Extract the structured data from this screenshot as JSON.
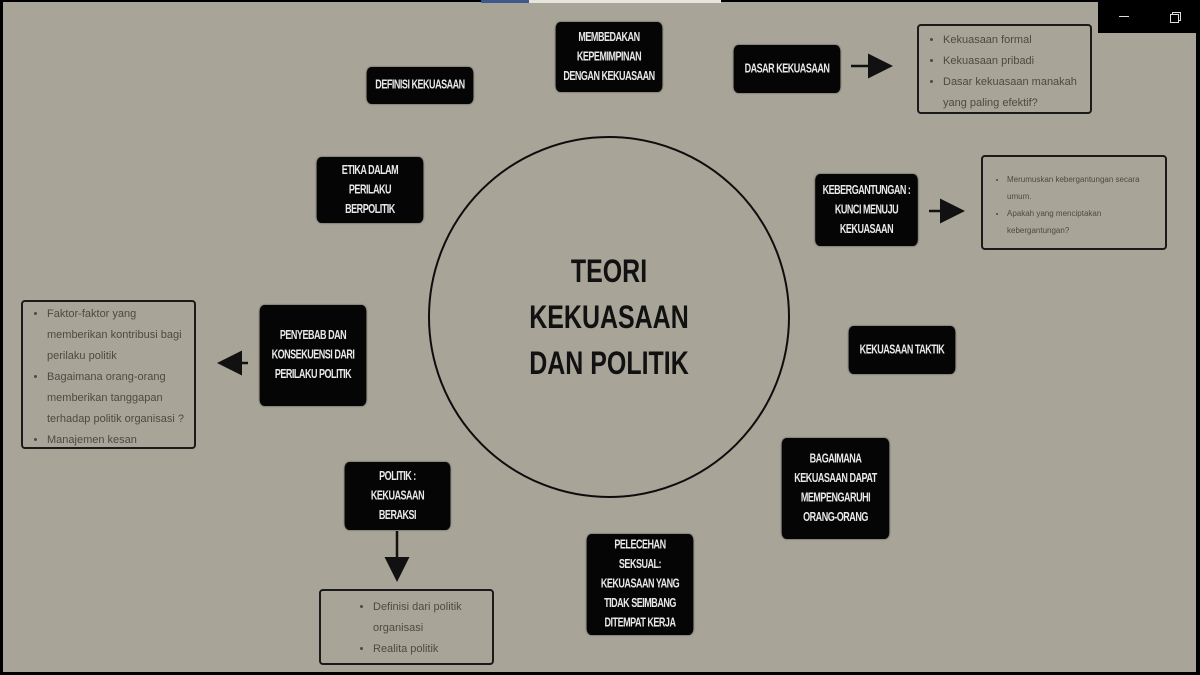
{
  "window": {
    "controls": {
      "minimize_icon": "minimize-icon",
      "restore_icon": "restore-icon"
    },
    "progress_percent": 22
  },
  "diagram": {
    "title": "TEORI\nKEKUASAAN\nDAN POLITIK",
    "nodes": {
      "definisi_kekuasaan": "DEFINISI KEKUASAAN",
      "membedakan": "MEMBEDAKAN\nKEPEMIMPINAN\nDENGAN KEKUASAAN",
      "dasar_kekuasaan": "DASAR KEKUASAAN",
      "etika": "ETIKA DALAM\nPERILAKU\nBERPOLITIK",
      "ketergantungan": "KEBERGANTUNGAN :\nKUNCI MENUJU\nKEKUASAAN",
      "penyebab": "PENYEBAB DAN\nKONSEKUENSI DARI\nPERILAKU POLITIK",
      "taktik": "KEKUASAAN TAKTIK",
      "politik_beraksi": "POLITIK :\nKEKUASAAN\nBERAKSI",
      "bagaimana": "BAGAIMANA\nKEKUASAAN DAPAT\nMEMPENGARUHI\nORANG-ORANG",
      "pelecehan": "PELECEHAN\nSEKSUAL:\nKEKUASAAN YANG\nTIDAK SEIMBANG\nDITEMPAT KERJA"
    },
    "info_boxes": {
      "dasar": [
        "Kekuasaan formal",
        "Kekuasaan pribadi",
        "Dasar kekuasaan manakah yang paling efektif?"
      ],
      "ketergantungan": [
        "Merumuskan kebergantungan secara umum.",
        "Apakah yang menciptakan kebergantungan?"
      ],
      "penyebab": [
        "Faktor-faktor yang memberikan kontribusi bagi perilaku politik",
        "Bagaimana orang-orang memberikan tanggapan terhadap politik organisasi ?",
        "Manajemen kesan"
      ],
      "politik": [
        "Definisi dari politik organisasi",
        "Realita politik"
      ]
    },
    "colors": {
      "background": "#a8a498",
      "node_fill": "#050505",
      "node_text": "#e8e8e8",
      "info_text": "#4d4a42"
    }
  }
}
